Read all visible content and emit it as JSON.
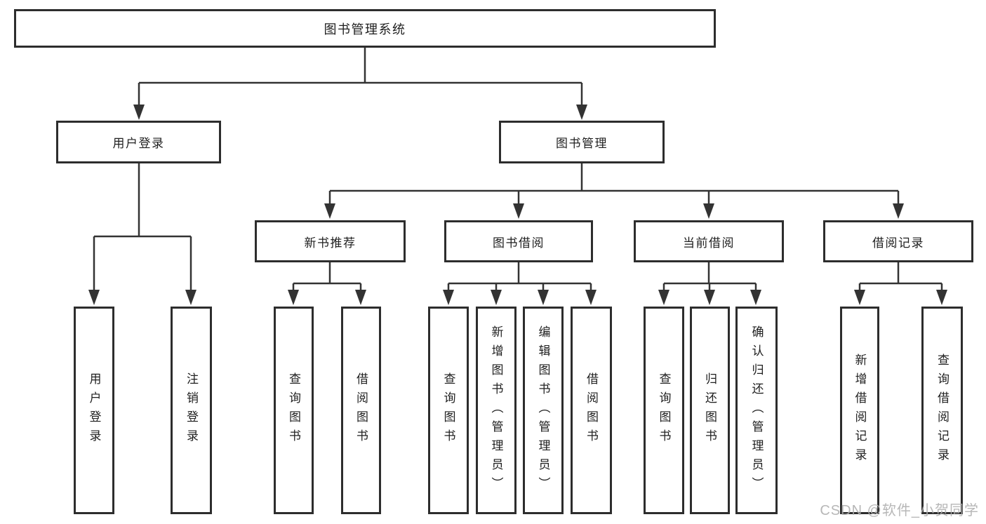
{
  "root": {
    "label": "图书管理系统"
  },
  "user_login": {
    "label": "用户登录",
    "children": {
      "login": "用户登录",
      "logout": "注销登录"
    }
  },
  "book_mgmt": {
    "label": "图书管理",
    "new_book_rec": {
      "label": "新书推荐",
      "children": {
        "query": "查询图书",
        "borrow": "借阅图书"
      }
    },
    "book_borrow": {
      "label": "图书借阅",
      "children": {
        "query": "查询图书",
        "add": "新增图书（管理员）",
        "edit": "编辑图书（管理员）",
        "borrow": "借阅图书"
      }
    },
    "current_borrow": {
      "label": "当前借阅",
      "children": {
        "query": "查询图书",
        "return": "归还图书",
        "confirm": "确认归还（管理员）"
      }
    },
    "borrow_record": {
      "label": "借阅记录",
      "children": {
        "add": "新增借阅记录",
        "query": "查询借阅记录"
      }
    }
  },
  "watermark": "CSDN @软件_小贺同学",
  "colors": {
    "line": "#333333",
    "border": "#2d2d2d",
    "watermark": "#b4b4b4"
  }
}
